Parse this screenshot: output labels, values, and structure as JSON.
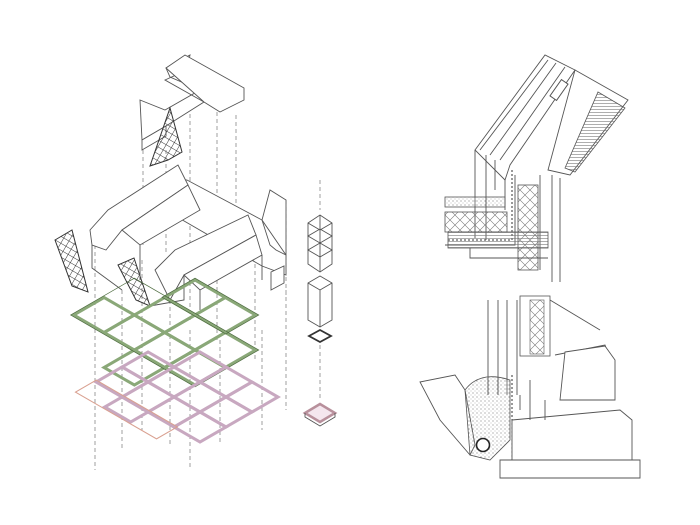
{
  "colors": {
    "line": "#555555",
    "ground_floor_frame": "#8aa878",
    "foundation_frame": "#c8a8c0",
    "foundation_edge": "#d9a090",
    "background": "#ffffff"
  },
  "views": [
    "exploded-axonometric",
    "roof-eave-detail",
    "foundation-detail"
  ]
}
